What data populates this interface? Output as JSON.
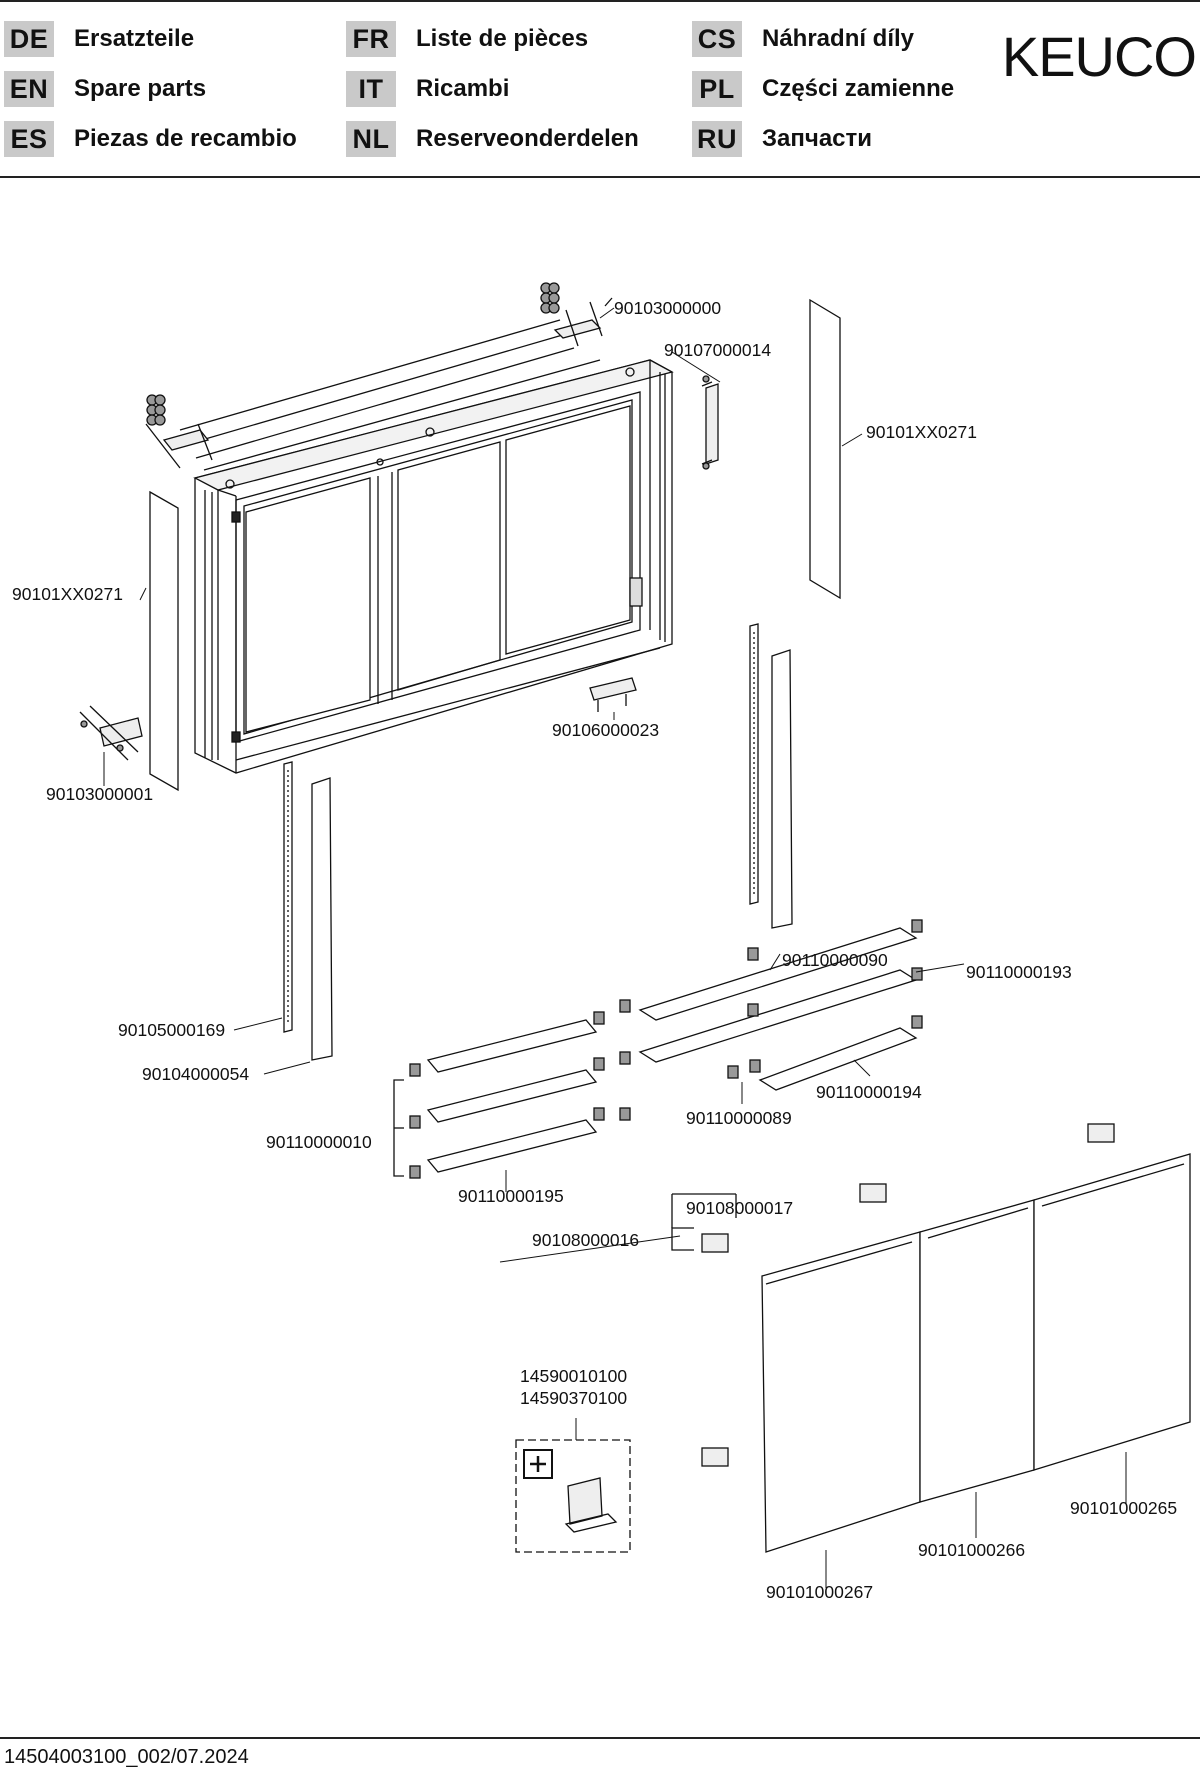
{
  "header": {
    "brand": "KEUCO",
    "languages": [
      {
        "code": "DE",
        "name": "Ersatzteile"
      },
      {
        "code": "EN",
        "name": "Spare parts"
      },
      {
        "code": "ES",
        "name": "Piezas de recambio"
      },
      {
        "code": "FR",
        "name": "Liste de pièces"
      },
      {
        "code": "IT",
        "name": "Ricambi"
      },
      {
        "code": "NL",
        "name": "Reserveonderdelen"
      },
      {
        "code": "CS",
        "name": "Náhradní díly"
      },
      {
        "code": "PL",
        "name": "Części zamienne"
      },
      {
        "code": "RU",
        "name": "Запчасти"
      }
    ]
  },
  "parts": {
    "p_90103000000": "90103000000",
    "p_90107000014": "90107000014",
    "p_90101XX0271_right": "90101XX0271",
    "p_90101XX0271_left": "90101XX0271",
    "p_90106000023": "90106000023",
    "p_90103000001": "90103000001",
    "p_90105000169": "90105000169",
    "p_90104000054": "90104000054",
    "p_90110000090": "90110000090",
    "p_90110000193": "90110000193",
    "p_90110000194": "90110000194",
    "p_90110000089": "90110000089",
    "p_90110000010": "90110000010",
    "p_90110000195": "90110000195",
    "p_90108000017": "90108000017",
    "p_90108000016": "90108000016",
    "p_14590010100": "14590010100",
    "p_14590370100": "14590370100",
    "p_90101000265": "90101000265",
    "p_90101000266": "90101000266",
    "p_90101000267": "90101000267"
  },
  "footer": {
    "document_number": "14504003100_002/07.2024"
  }
}
